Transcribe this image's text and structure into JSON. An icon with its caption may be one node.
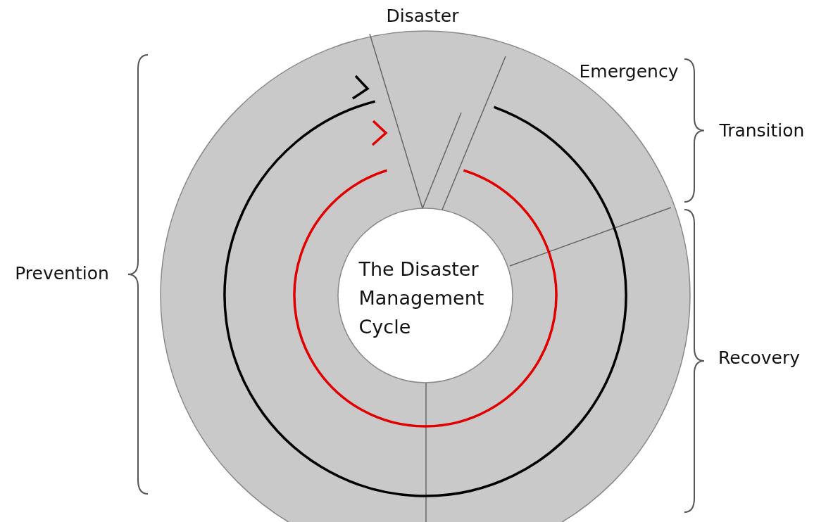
{
  "diagram": {
    "nodes": [
      {
        "text": [
          "The Disaster Management Cycle"
        ]
      }
    ],
    "labels": [
      "Disaster",
      "Emergency",
      "Transition",
      "Prevention",
      "Recovery"
    ]
  }
}
